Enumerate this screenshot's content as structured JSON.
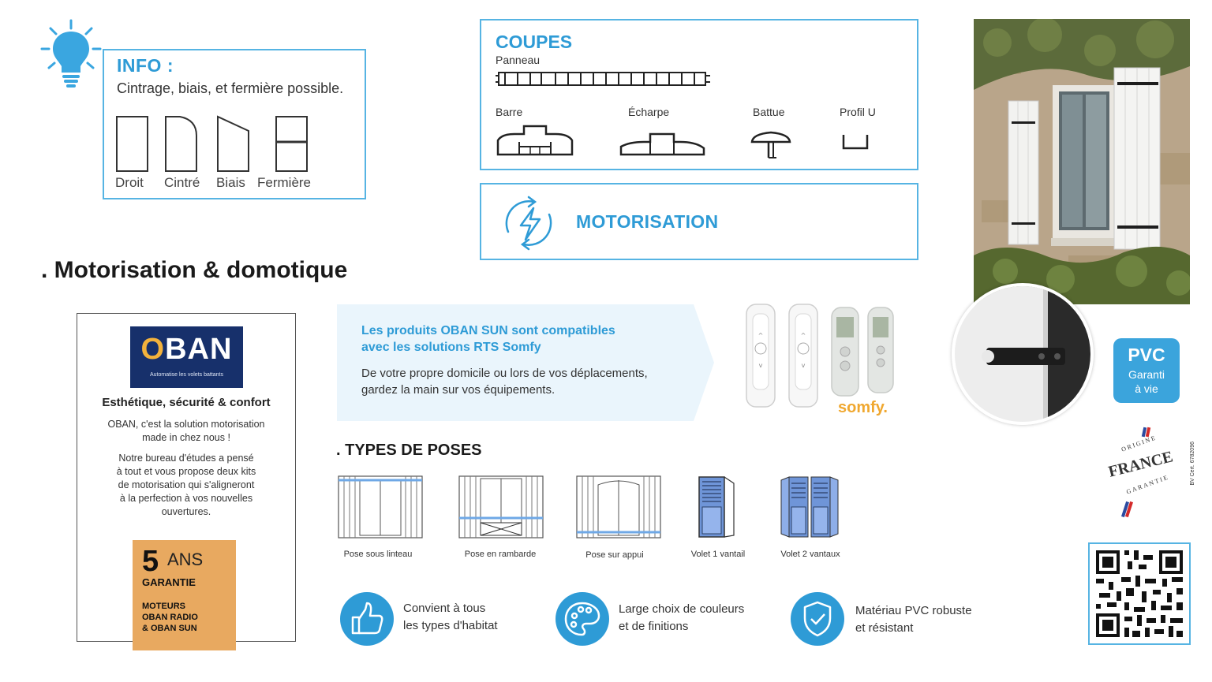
{
  "info": {
    "title": "INFO :",
    "text": "Cintrage, biais, et fermière possible.",
    "shapes": [
      "Droit",
      "Cintré",
      "Biais",
      "Fermière"
    ]
  },
  "coupes": {
    "title": "COUPES",
    "subtitle": "Panneau",
    "profiles": [
      "Barre",
      "Écharpe",
      "Battue",
      "Profil U"
    ]
  },
  "motorisation_box": {
    "title": "MOTORISATION"
  },
  "heading": ". Motorisation & domotique",
  "oban": {
    "logo": "OBAN",
    "logo_tagline": "Automatise les volets battants",
    "heading": "Esthétique, sécurité & confort",
    "para1_line1": "OBAN, c'est la solution motorisation",
    "para1_line2": "made in chez nous !",
    "para2_line1": "Notre bureau d'études a pensé",
    "para2_line2": "à tout et vous propose deux kits",
    "para2_line3": "de motorisation qui s'aligneront",
    "para2_line4": "à la perfection à vos nouvelles",
    "para2_line5": "ouvertures.",
    "warranty": {
      "number": "5",
      "unit": "ANS",
      "label": "GARANTIE",
      "line1": "MOTEURS",
      "line2": "OBAN RADIO",
      "line3": "& OBAN SUN"
    }
  },
  "banner": {
    "line1": "Les produits OBAN SUN sont compatibles",
    "line2": "avec les solutions RTS Somfy",
    "line3": "De votre propre domicile ou lors de vos déplacements,",
    "line4": "gardez la main sur vos équipements."
  },
  "somfy": "somfy.",
  "poses": {
    "heading": ". TYPES DE POSES",
    "items": [
      "Pose sous linteau",
      "Pose en rambarde",
      "Pose sur appui",
      "Volet 1 vantail",
      "Volet 2 vantaux"
    ]
  },
  "features": [
    {
      "icon": "thumbs-up-icon",
      "line1": "Convient à tous",
      "line2": "les types d'habitat"
    },
    {
      "icon": "palette-icon",
      "line1": "Large choix de couleurs",
      "line2": "et de finitions"
    },
    {
      "icon": "shield-check-icon",
      "line1": "Matériau PVC robuste",
      "line2": "et résistant"
    }
  ],
  "pvc_badge": {
    "title": "PVC",
    "line1": "Garanti",
    "line2": "à vie"
  },
  "france_seal": {
    "top": "ORIGINE",
    "center": "FRANCE",
    "bottom": "GARANTIE"
  },
  "cert": "BV Cert. 6782096",
  "colors": {
    "accent": "#2e9bd6",
    "box_border": "#56b4e3",
    "warranty": "#e8a960",
    "oban_navy": "#17306b",
    "somfy": "#f0a830"
  }
}
